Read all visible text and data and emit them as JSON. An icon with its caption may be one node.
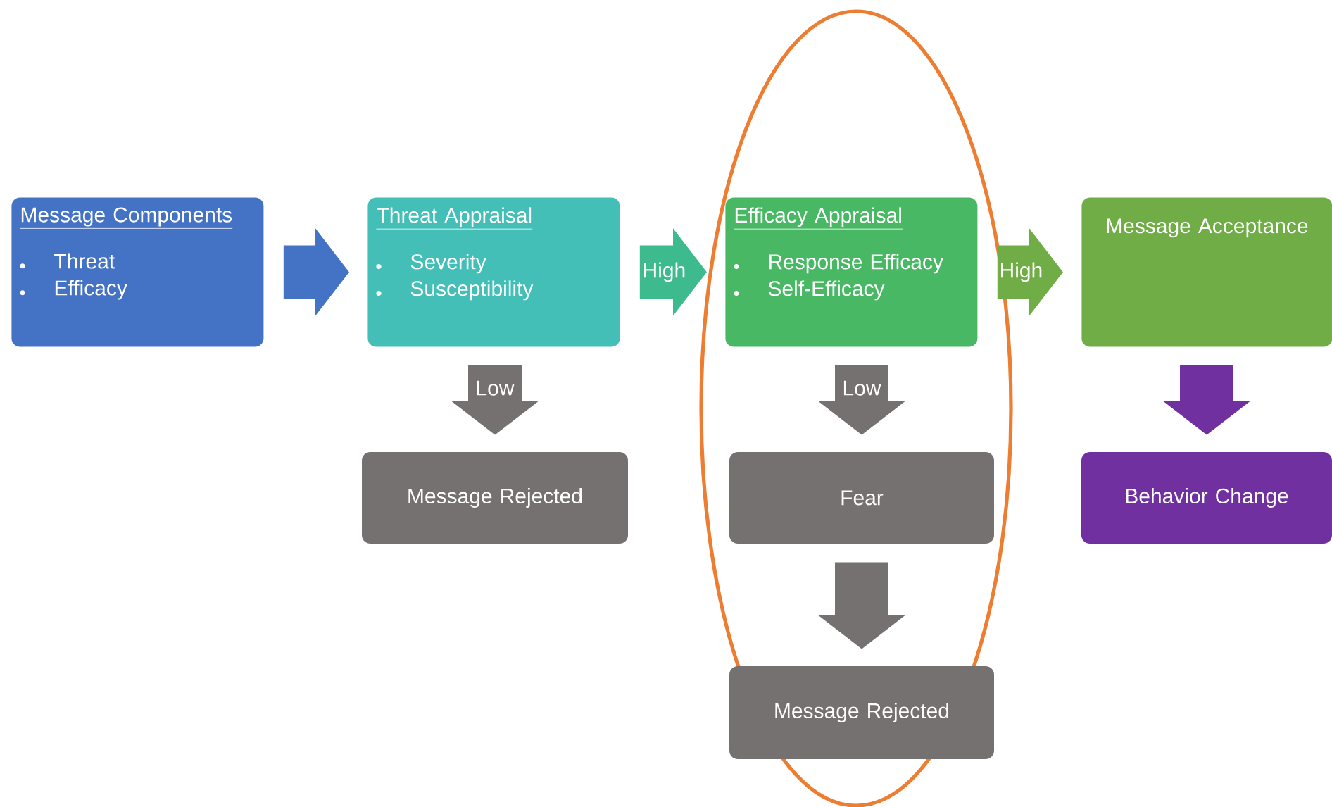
{
  "diagram": {
    "nodes": [
      {
        "text": [
          "Message Components",
          "Threat",
          "Efficacy"
        ]
      },
      {
        "text": [
          "Threat Appraisal",
          "Severity",
          "Susceptibility"
        ]
      },
      {
        "text": [
          "Efficacy Appraisal",
          "Response Efficacy",
          "Self-Efficacy"
        ]
      },
      {
        "text": [
          "Message Acceptance"
        ]
      },
      {
        "text": [
          "Message Rejected"
        ]
      },
      {
        "text": [
          "Fear"
        ]
      },
      {
        "text": [
          "Message Rejected"
        ]
      },
      {
        "text": [
          "Behavior Change"
        ]
      }
    ],
    "edges": [
      {
        "from": 0,
        "to": 1,
        "arrow": "to",
        "color": "#4472c4"
      },
      {
        "from": 1,
        "to": 2,
        "arrow": "to",
        "label": "High",
        "color": "#3dbb8f"
      },
      {
        "from": 2,
        "to": 3,
        "arrow": "to",
        "label": "High",
        "color": "#70ad47"
      },
      {
        "from": 1,
        "to": 4,
        "arrow": "to",
        "label": "Low"
      },
      {
        "from": 2,
        "to": 5,
        "arrow": "to",
        "label": "Low"
      },
      {
        "from": 5,
        "to": 6,
        "arrow": "to"
      },
      {
        "from": 3,
        "to": 7,
        "arrow": "to",
        "color": "#7030a0"
      }
    ]
  }
}
